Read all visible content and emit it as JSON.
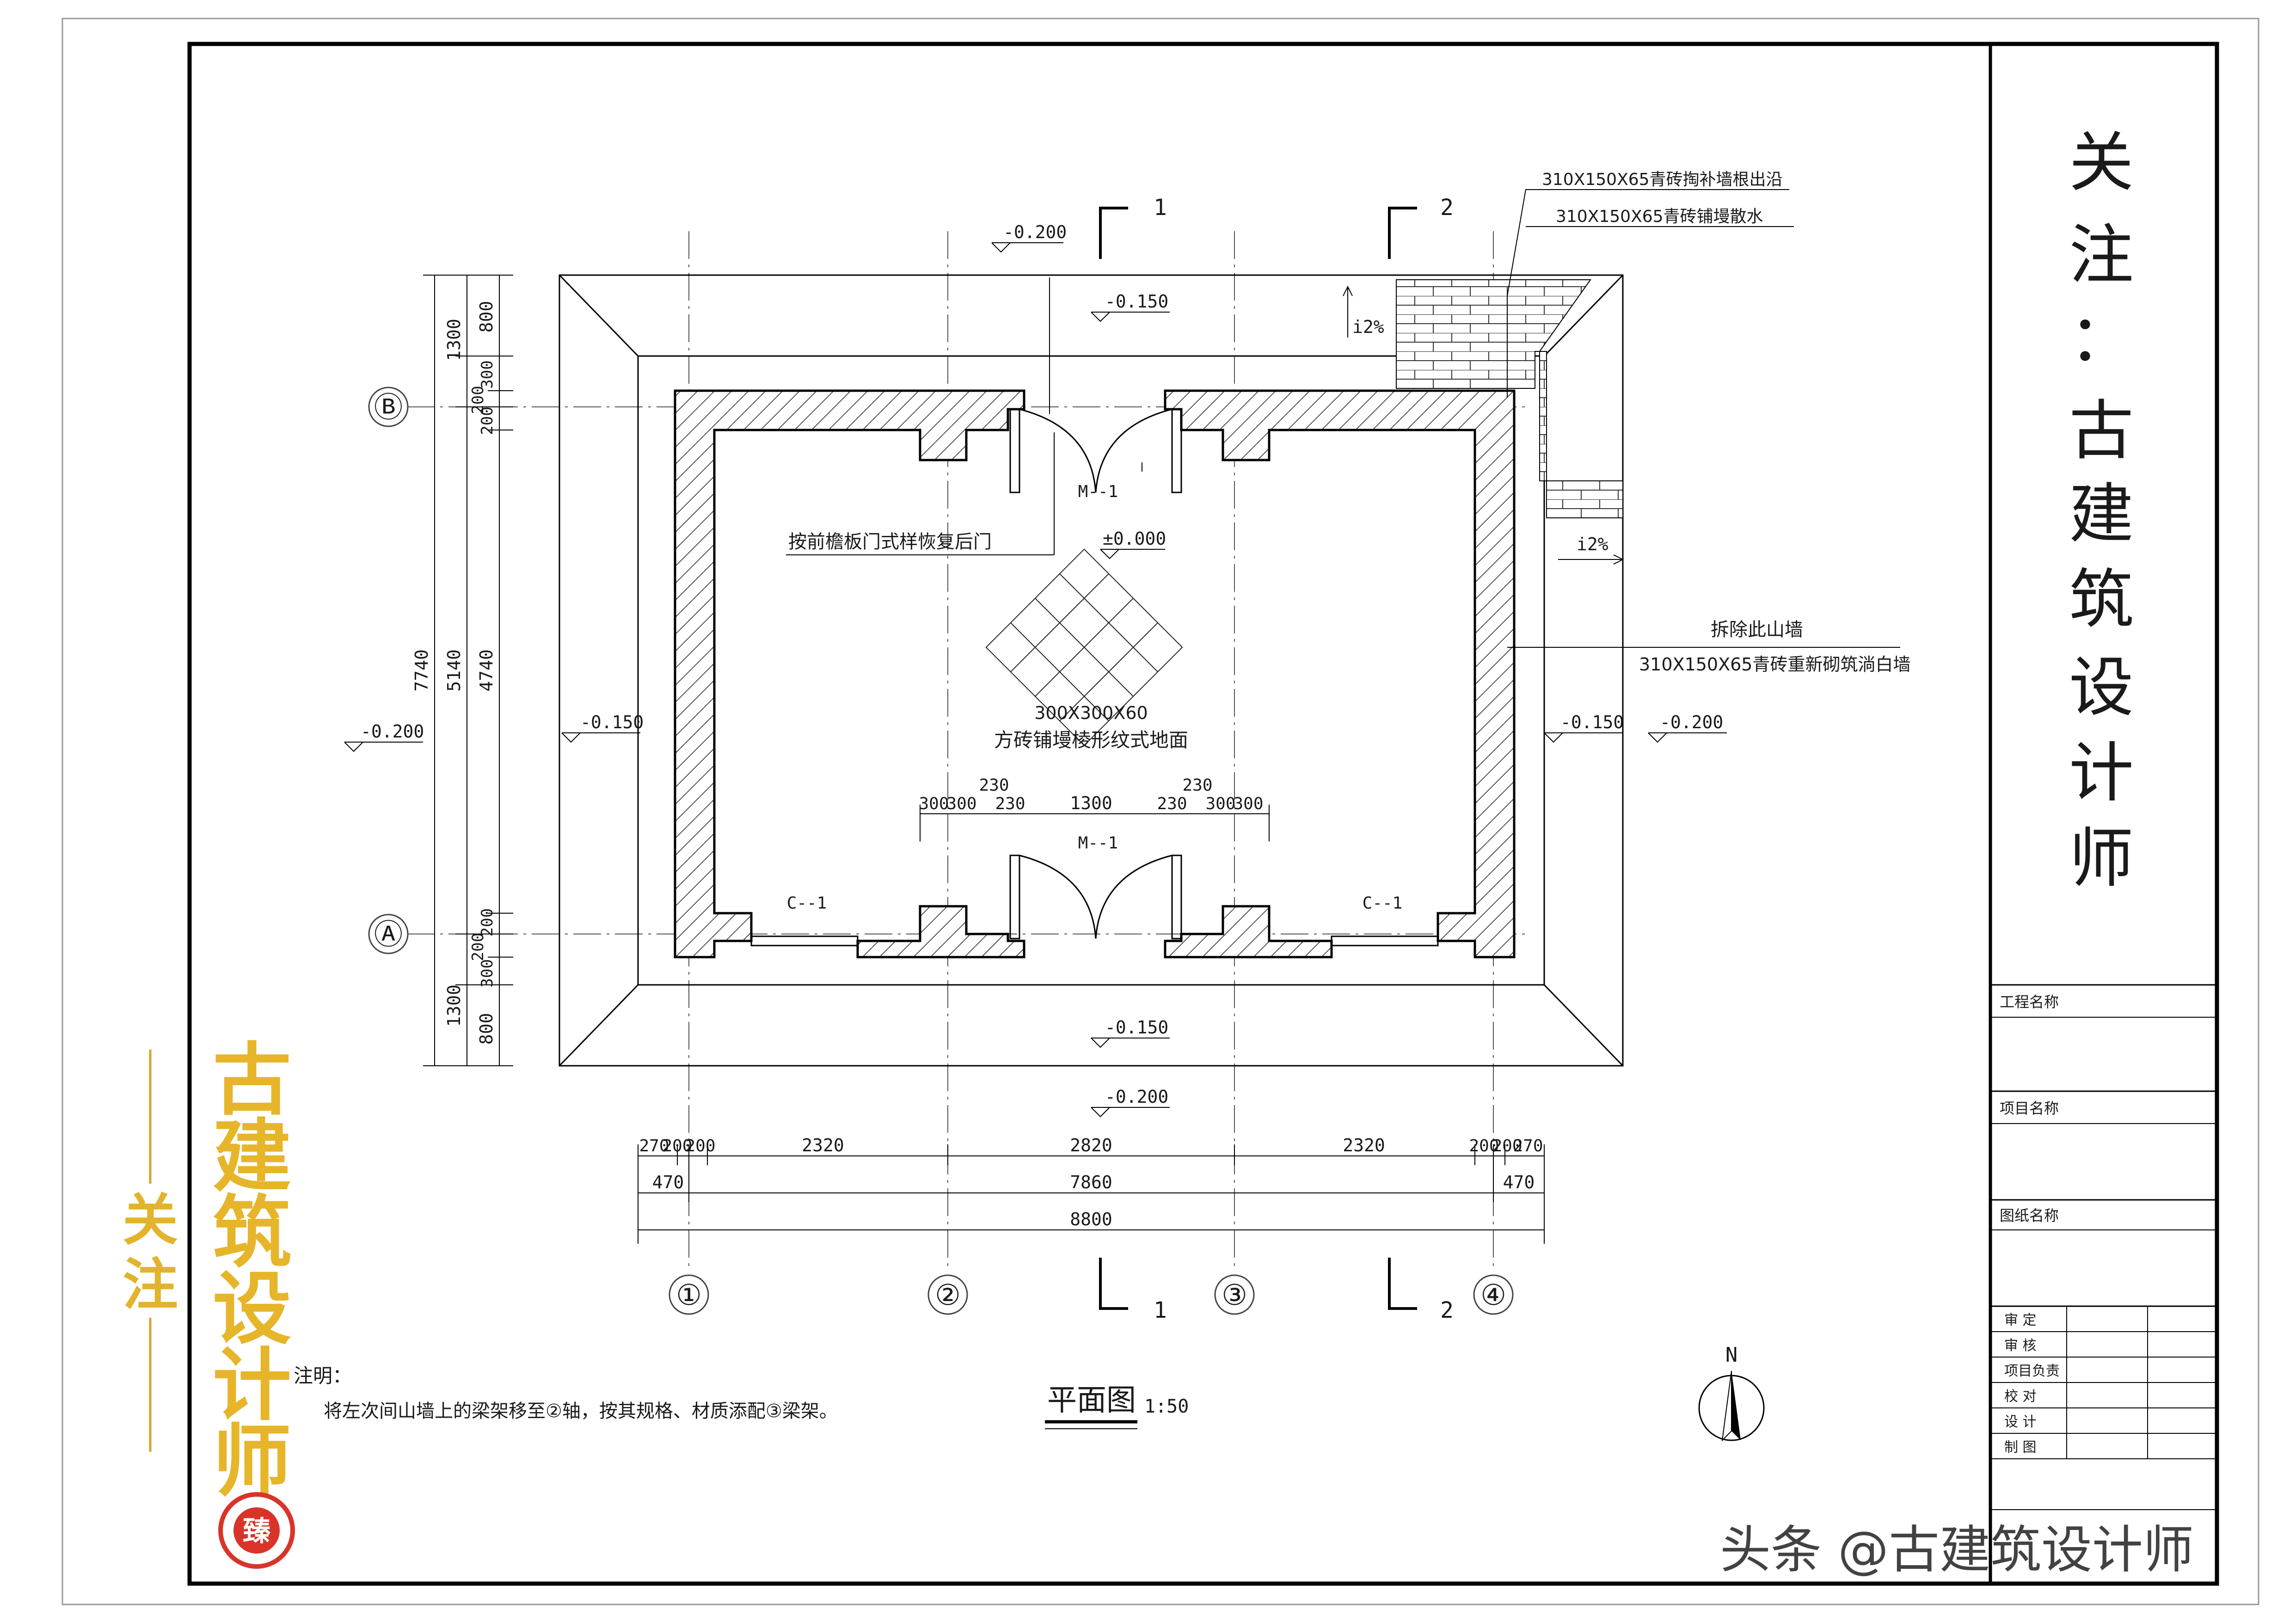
{
  "side_title": {
    "chars": [
      "关",
      "注",
      "：",
      "古",
      "建",
      "筑",
      "设",
      "计",
      "师"
    ]
  },
  "title_block": {
    "project_name_label": "工程名称",
    "item_name_label": "项目名称",
    "drawing_name_label": "图纸名称",
    "signoff": [
      "审 定",
      "审 核",
      "项目负责",
      "校 对",
      "设 计",
      "制 图"
    ]
  },
  "watermark": {
    "follow_chars": [
      "关",
      "注"
    ],
    "brand_chars": [
      "古",
      "建",
      "筑",
      "设",
      "计",
      "师"
    ],
    "seal_char": "臻",
    "footer": "头条 @古建筑设计师"
  },
  "axes": {
    "columns": [
      "①",
      "②",
      "③",
      "④"
    ],
    "rows": [
      "Ⓑ",
      "Ⓐ"
    ]
  },
  "sections": {
    "sec1": "1",
    "sec2": "2"
  },
  "labels": {
    "outer_coping_top": "310X150X65青砖掏补墙根出沿",
    "outer_apron": "310X150X65青砖铺墁散水",
    "slope": "i2%",
    "demolish": "拆除此山墙",
    "rebuild": "310X150X65青砖重新砌筑淌白墙",
    "rear_door_note": "按前檐板门式样恢复后门",
    "floor_size": "300X300X60",
    "floor_desc": "方砖铺墁棱形纹式地面",
    "door": "M--1",
    "window": "C--1"
  },
  "elevations": {
    "zero": "±0.000",
    "m150": "-0.150",
    "m200": "-0.200"
  },
  "dims": {
    "left_outer": "7740",
    "left_mid": "5140",
    "left_inner": "4740",
    "d1300": "1300",
    "d800": "800",
    "d300": "300",
    "d200": "200",
    "bottom_row1": [
      "270",
      "200",
      "200",
      "2320",
      "2820",
      "2320",
      "200",
      "200",
      "270"
    ],
    "bottom_row2": [
      "470",
      "7860",
      "470"
    ],
    "bottom_total": "8800",
    "door_dims": [
      "300",
      "300",
      "230",
      "1300",
      "230",
      "300",
      "300"
    ],
    "d230": "230"
  },
  "plan_title": "平面图",
  "scale": "1:50",
  "north": "N",
  "notes_title": "注明：",
  "notes_body": "将左次间山墙上的梁架移至②轴，按其规格、材质添配③梁架。"
}
